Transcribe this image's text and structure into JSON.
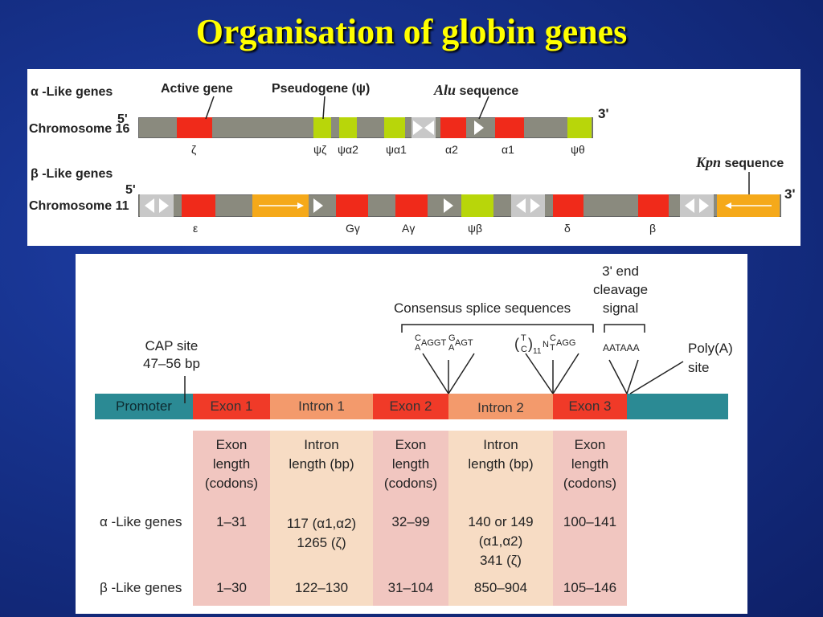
{
  "title": "Organisation of globin genes",
  "top": {
    "alpha_label": "α -Like genes",
    "beta_label": "β -Like genes",
    "chromosome": "Chromosome",
    "chr16": "16",
    "chr11": "11",
    "five_prime": "5'",
    "three_prime": "3'",
    "active_gene": "Active gene",
    "pseudogene": "Pseudogene (ψ)",
    "alu_italic": "Alu",
    "alu_rest": "sequence",
    "kpn_italic": "Kpn",
    "kpn_rest": "sequence",
    "alpha_genes": [
      "ζ",
      "ψζ",
      "ψα2",
      "ψα1",
      "α2",
      "α1",
      "ψθ"
    ],
    "beta_genes": [
      "ε",
      "Gγ",
      "Aγ",
      "ψβ",
      "δ",
      "β"
    ],
    "colors": {
      "active": "#f02a1a",
      "pseudo": "#b8d60a",
      "backbone": "#8a8a7e",
      "kpn": "#f5a91a"
    }
  },
  "bottom": {
    "cap_site": "CAP site",
    "cap_bp": "47–56 bp",
    "consensus": "Consensus splice sequences",
    "end_cleavage_1": "3' end",
    "end_cleavage_2": "cleavage",
    "end_cleavage_3": "signal",
    "polya_1": "Poly(A)",
    "polya_2": "site",
    "seq_aataaa": "AATAAA",
    "segments": {
      "promoter": "Promoter",
      "exon1": "Exon 1",
      "intron1": "Intron 1",
      "exon2": "Exon 2",
      "intron2": "Intron 2",
      "exon3": "Exon 3"
    },
    "headers": {
      "exon1": [
        "Exon",
        "length",
        "(codons)"
      ],
      "intron1": [
        "Intron",
        "length (bp)"
      ],
      "exon2": [
        "Exon",
        "length",
        "(codons)"
      ],
      "intron2": [
        "Intron",
        "length (bp)"
      ],
      "exon3": [
        "Exon",
        "length",
        "(codons)"
      ]
    },
    "alpha_row_label": "α -Like genes",
    "beta_row_label": "β -Like genes",
    "alpha": {
      "exon1": "1–31",
      "intron1_a": "117 (α1,α2)",
      "intron1_b": "1265 (ζ)",
      "exon2": "32–99",
      "intron2_a": "140 or 149",
      "intron2_b": "(α1,α2)",
      "intron2_c": "341 (ζ)",
      "exon3": "100–141"
    },
    "beta": {
      "exon1": "1–30",
      "intron1": "122–130",
      "exon2": "31–104",
      "intron2": "850–904",
      "exon3": "105–146"
    }
  }
}
